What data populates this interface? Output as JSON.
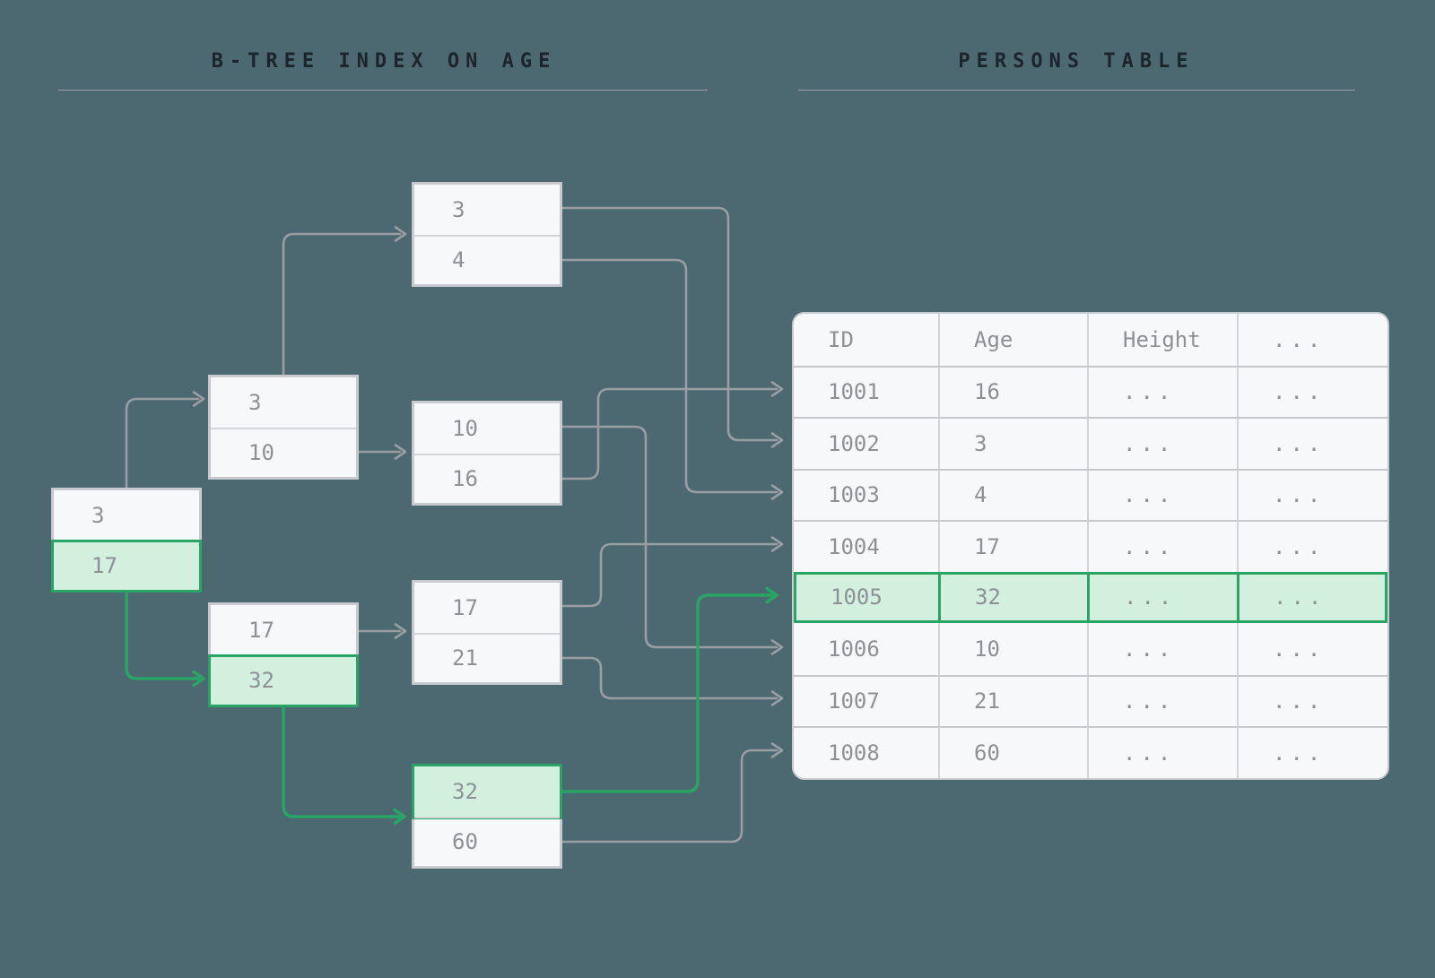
{
  "titles": {
    "left": "B-TREE INDEX ON AGE",
    "right": "PERSONS TABLE"
  },
  "colors": {
    "background": "#4c6972",
    "node_background": "#f7f8f9",
    "node_border": "#c8cacd",
    "cell_divider": "#d2d4d7",
    "row_divider": "#c5c7ca",
    "highlight_mint": "#d3f0df",
    "highlight_green": "#28a564",
    "connector_gray": "#989ea1",
    "text_gray": "#8d9196",
    "title_text": "#1c252c",
    "rule_line": "#9ba1a3"
  },
  "tree": {
    "nodes": [
      {
        "id": "root",
        "level": "root",
        "cells": [
          {
            "text": "3",
            "highlight": false
          },
          {
            "text": "17",
            "highlight": true
          }
        ]
      },
      {
        "id": "node-3-10",
        "level": "internal",
        "cells": [
          {
            "text": "3",
            "highlight": false
          },
          {
            "text": "10",
            "highlight": false
          }
        ]
      },
      {
        "id": "node-17-32",
        "level": "internal",
        "cells": [
          {
            "text": "17",
            "highlight": false
          },
          {
            "text": "32",
            "highlight": true
          }
        ]
      },
      {
        "id": "leaf-3-4",
        "level": "leaf",
        "cells": [
          {
            "text": "3",
            "highlight": false
          },
          {
            "text": "4",
            "highlight": false
          }
        ]
      },
      {
        "id": "leaf-10-16",
        "level": "leaf",
        "cells": [
          {
            "text": "10",
            "highlight": false
          },
          {
            "text": "16",
            "highlight": false
          }
        ]
      },
      {
        "id": "leaf-17-21",
        "level": "leaf",
        "cells": [
          {
            "text": "17",
            "highlight": false
          },
          {
            "text": "21",
            "highlight": false
          }
        ]
      },
      {
        "id": "leaf-32-60",
        "level": "leaf",
        "cells": [
          {
            "text": "32",
            "highlight": true
          },
          {
            "text": "60",
            "highlight": false
          }
        ]
      }
    ]
  },
  "connectors": [
    {
      "id": "root-3",
      "from": "root cell 3",
      "to": "node 3/10",
      "highlight": false
    },
    {
      "id": "root-17",
      "from": "root cell 17",
      "to": "node 17/32",
      "highlight": true
    },
    {
      "id": "n310-3",
      "from": "node 3/10 cell 3",
      "to": "leaf 3/4",
      "highlight": false
    },
    {
      "id": "n310-10",
      "from": "node 3/10 cell 10",
      "to": "leaf 10/16",
      "highlight": false
    },
    {
      "id": "n1732-17",
      "from": "node 17/32 cell 17",
      "to": "leaf 17/21",
      "highlight": false
    },
    {
      "id": "n1732-32",
      "from": "node 17/32 cell 32",
      "to": "leaf 32/60",
      "highlight": true
    },
    {
      "id": "l34-3",
      "from": "leaf cell 3",
      "to": "row 1002",
      "highlight": false
    },
    {
      "id": "l34-4",
      "from": "leaf cell 4",
      "to": "row 1003",
      "highlight": false
    },
    {
      "id": "l1016-10",
      "from": "leaf cell 10",
      "to": "row 1006",
      "highlight": false
    },
    {
      "id": "l1016-16",
      "from": "leaf cell 16",
      "to": "row 1001",
      "highlight": false
    },
    {
      "id": "l1721-17",
      "from": "leaf cell 17",
      "to": "row 1004",
      "highlight": false
    },
    {
      "id": "l1721-21",
      "from": "leaf cell 21",
      "to": "row 1007",
      "highlight": false
    },
    {
      "id": "l3260-32",
      "from": "leaf cell 32",
      "to": "row 1005",
      "highlight": true
    },
    {
      "id": "l3260-60",
      "from": "leaf cell 60",
      "to": "row 1008",
      "highlight": false
    }
  ],
  "table": {
    "columns": [
      "ID",
      "Age",
      "Height",
      "..."
    ],
    "rows": [
      {
        "cells": [
          "1001",
          "16",
          "...",
          "..."
        ],
        "highlight": false
      },
      {
        "cells": [
          "1002",
          "3",
          "...",
          "..."
        ],
        "highlight": false
      },
      {
        "cells": [
          "1003",
          "4",
          "...",
          "..."
        ],
        "highlight": false
      },
      {
        "cells": [
          "1004",
          "17",
          "...",
          "..."
        ],
        "highlight": false
      },
      {
        "cells": [
          "1005",
          "32",
          "...",
          "..."
        ],
        "highlight": true
      },
      {
        "cells": [
          "1006",
          "10",
          "...",
          "..."
        ],
        "highlight": false
      },
      {
        "cells": [
          "1007",
          "21",
          "...",
          "..."
        ],
        "highlight": false
      },
      {
        "cells": [
          "1008",
          "60",
          "...",
          "..."
        ],
        "highlight": false
      }
    ]
  }
}
